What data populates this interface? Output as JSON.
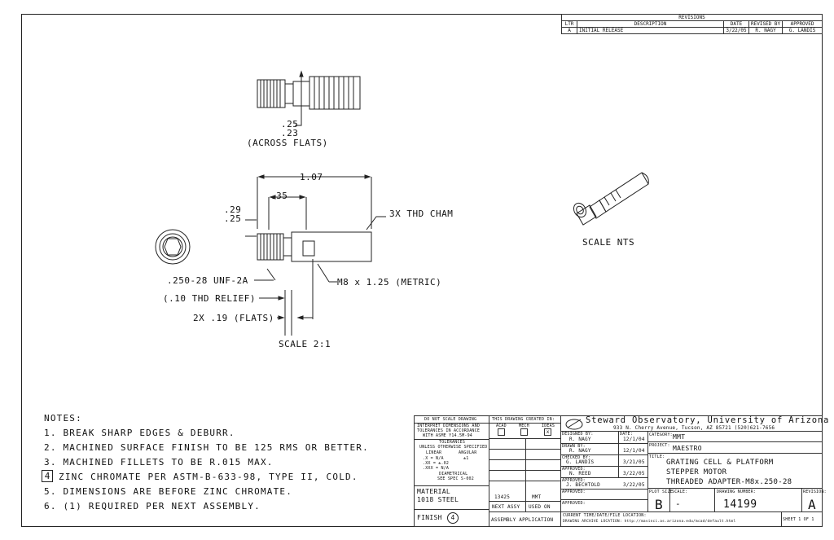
{
  "revisions": {
    "title": "REVISIONS",
    "headers": [
      "LTR",
      "DESCRIPTION",
      "DATE",
      "REVISED BY",
      "APPROVED"
    ],
    "row": [
      "A",
      "INITIAL RELEASE",
      "3/22/05",
      "R. NAGY",
      "G. LANDIS"
    ]
  },
  "dims": {
    "flats_top": ".25",
    "flats_bottom": ".23",
    "across_flats": "(ACROSS FLATS)",
    "overall_length": "1.07",
    "len_35": ".35",
    "len_29": ".29",
    "len_25": ".25",
    "chamfer": "3X THD CHAM",
    "thread_unf": ".250-28 UNF-2A",
    "thread_relief": "(.10 THD RELIEF)",
    "flats": "2X .19 (FLATS)",
    "thread_metric": "M8 x 1.25 (METRIC)",
    "scale_main": "SCALE 2:1",
    "scale_iso": "SCALE NTS"
  },
  "notes": {
    "heading": "NOTES:",
    "items": [
      "1. BREAK SHARP EDGES & DEBURR.",
      "2. MACHINED SURFACE FINISH TO BE 125 RMS OR BETTER.",
      "3. MACHINED FILLETS TO BE R.015 MAX.",
      "ZINC CHROMATE PER ASTM-B-633-98, TYPE II, COLD.",
      "5. DIMENSIONS ARE BEFORE ZINC CHROMATE.",
      "6. (1) REQUIRED PER NEXT ASSEMBLY."
    ],
    "flag_number": "4"
  },
  "title_block": {
    "do_not_scale": "DO NOT SCALE DRAWING",
    "interpret_1": "INTERPRET DIMENSIONS AND",
    "interpret_2": "TOLERANCES IN ACCORDANCE",
    "interpret_3": "WITH ASME Y14.5M-94",
    "tolerances": "TOLERANCES",
    "unless": "UNLESS OTHERWISE SPECIFIED",
    "linear": "LINEAR",
    "angular": "ANGULAR",
    "tol_x": ".X  = N/A",
    "tol_xx": ".XX  = ±.02",
    "tol_xxx": ".XXX = N/A",
    "tol_ang": "±1",
    "diametrical": "DIAMETRICAL",
    "see_spec": "SEE SPEC S-002",
    "created_in": "THIS DRAWING CREATED IN:",
    "cad": [
      "ACAD",
      "MECH",
      "IDEAS"
    ],
    "material_label": "MATERIAL",
    "material": "1018 STEEL",
    "assy_no": "13425",
    "assy_used": "MMT",
    "next_assy": "NEXT ASSY",
    "used_on": "USED ON",
    "finish_label": "FINISH",
    "finish_flag": "4",
    "assembly_app": "ASSEMBLY APPLICATION",
    "org": "Steward Observatory, University of Arizona",
    "address": "933 N. Cherry Avenue, Tucson, AZ  85721  (520)621-7656",
    "designed_by_label": "DESIGNED BY:",
    "designed_by": "R. NAGY",
    "date_label": "DATE:",
    "designed_date": "12/1/04",
    "drawn_by_label": "DRAWN BY:",
    "drawn_by": "R. NAGY",
    "drawn_date": "12/1/04",
    "checked_label": "CHECKED BY:",
    "checked_by": "G. LANDIS",
    "checked_date": "3/21/05",
    "approved1_label": "APPROVED:",
    "approved1": "N. REED",
    "approved1_date": "3/22/05",
    "approved2_label": "APPROVED:",
    "approved2": "J. BECHTOLD",
    "approved2_date": "3/22/05",
    "approved3_label": "APPROVED:",
    "approved4_label": "APPROVED:",
    "category_label": "CATEGORY:",
    "category": "MMT",
    "project_label": "PROJECT:",
    "project": "MAESTRO",
    "title_label": "TITLE:",
    "title_1": "GRATING CELL & PLATFORM",
    "title_2": "STEPPER MOTOR",
    "title_3": "THREADED ADAPTER-M8x.250-28",
    "plot_size_label": "PLOT SIZE",
    "plot_size": "B",
    "scale_label": "SCALE:",
    "scale": "-",
    "drawing_no_label": "DRAWING NUMBER:",
    "drawing_no": "14199",
    "revision_label": "REVISION:",
    "revision": "A",
    "current_time": "CURRENT TIME/DATE/FILE LOCATION:",
    "archive": "DRAWING ARCHIVE LOCATION: http://mavinci.as.arizona.edu/mcad/default.html",
    "sheet": "SHEET 1 OF 1"
  }
}
